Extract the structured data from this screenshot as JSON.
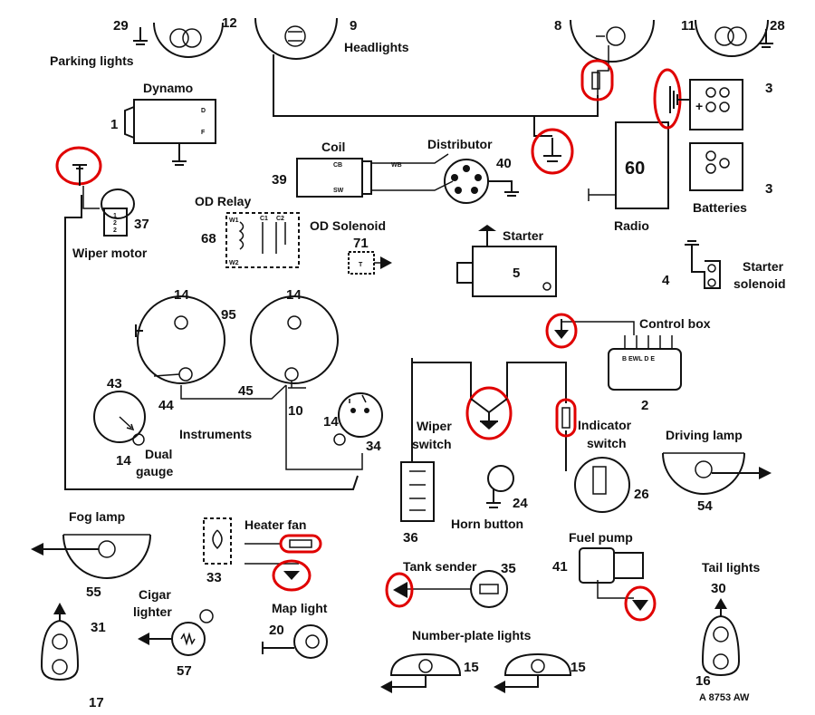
{
  "labels": {
    "parking_lights": "Parking lights",
    "headlights": "Headlights",
    "dynamo": "Dynamo",
    "coil": "Coil",
    "distributor": "Distributor",
    "od_relay": "OD Relay",
    "od_solenoid": "OD Solenoid",
    "wiper_motor": "Wiper motor",
    "starter": "Starter",
    "radio": "Radio",
    "batteries": "Batteries",
    "starter_solenoid_1": "Starter",
    "starter_solenoid_2": "solenoid",
    "control_box": "Control box",
    "instruments": "Instruments",
    "dual_gauge_1": "Dual",
    "dual_gauge_2": "gauge",
    "wiper_switch_1": "Wiper",
    "wiper_switch_2": "switch",
    "indicator_switch_1": "Indicator",
    "indicator_switch_2": "switch",
    "driving_lamp": "Driving lamp",
    "horn_button": "Horn button",
    "fog_lamp": "Fog lamp",
    "heater_fan": "Heater fan",
    "tank_sender": "Tank sender",
    "fuel_pump": "Fuel pump",
    "tail_lights": "Tail lights",
    "cigar_lighter_1": "Cigar",
    "cigar_lighter_2": "lighter",
    "map_light": "Map light",
    "number_plate_lights": "Number-plate lights",
    "catalog_number": "A 8753 AW"
  },
  "numbers": {
    "n29": "29",
    "n12": "12",
    "n9": "9",
    "n8": "8",
    "n11": "11",
    "n28": "28",
    "n3a": "3",
    "n3b": "3",
    "n1": "1",
    "n39": "39",
    "n40": "40",
    "n60": "60",
    "n37": "37",
    "n68": "68",
    "n71": "71",
    "n5": "5",
    "n4": "4",
    "n14a": "14",
    "n14b": "14",
    "n95": "95",
    "n43": "43",
    "n44": "44",
    "n45": "45",
    "n10": "10",
    "n14c": "14",
    "n14d": "14",
    "n34": "34",
    "n2": "2",
    "n54": "54",
    "n26": "26",
    "n24": "24",
    "n36": "36",
    "n55": "55",
    "n33": "33",
    "n35": "35",
    "n41": "41",
    "n30": "30",
    "n31": "31",
    "n17": "17",
    "n57": "57",
    "n20": "20",
    "n15a": "15",
    "n15b": "15",
    "n16": "16"
  },
  "terminals": {
    "do": "D",
    "f": "F",
    "cb": "CB",
    "sw": "SW",
    "wb": "WB",
    "w1": "W1",
    "w2": "W2",
    "c1": "C1",
    "c2": "C2",
    "t": "T",
    "e_wl_d_e": "B EWL D E",
    "wm1": "1",
    "wm2": "2",
    "wm3": "2"
  },
  "colors": {
    "ink": "#111111",
    "highlight": "#e00000",
    "background": "#ffffff"
  }
}
